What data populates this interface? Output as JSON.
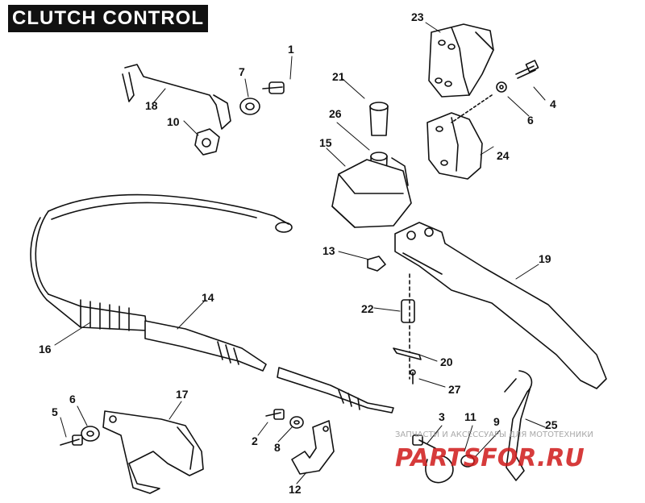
{
  "title": "CLUTCH CONTROL",
  "callouts": {
    "c1": "1",
    "c2": "2",
    "c3": "3",
    "c4": "4",
    "c5": "5",
    "c6a": "6",
    "c6b": "6",
    "c7": "7",
    "c8": "8",
    "c9": "9",
    "c10": "10",
    "c11": "11",
    "c12": "12",
    "c13": "13",
    "c14": "14",
    "c15": "15",
    "c16": "16",
    "c17": "17",
    "c18": "18",
    "c19": "19",
    "c20": "20",
    "c21": "21",
    "c22": "22",
    "c23": "23",
    "c24": "24",
    "c25": "25",
    "c26": "26",
    "c27": "27"
  },
  "watermark": {
    "subtitle": "ЗАПЧАСТИ И АКСЕССУАРЫ ДЛЯ МОТОТЕХНИКИ",
    "brand": "PARTSFOR.RU",
    "color": "#d01a1a"
  }
}
